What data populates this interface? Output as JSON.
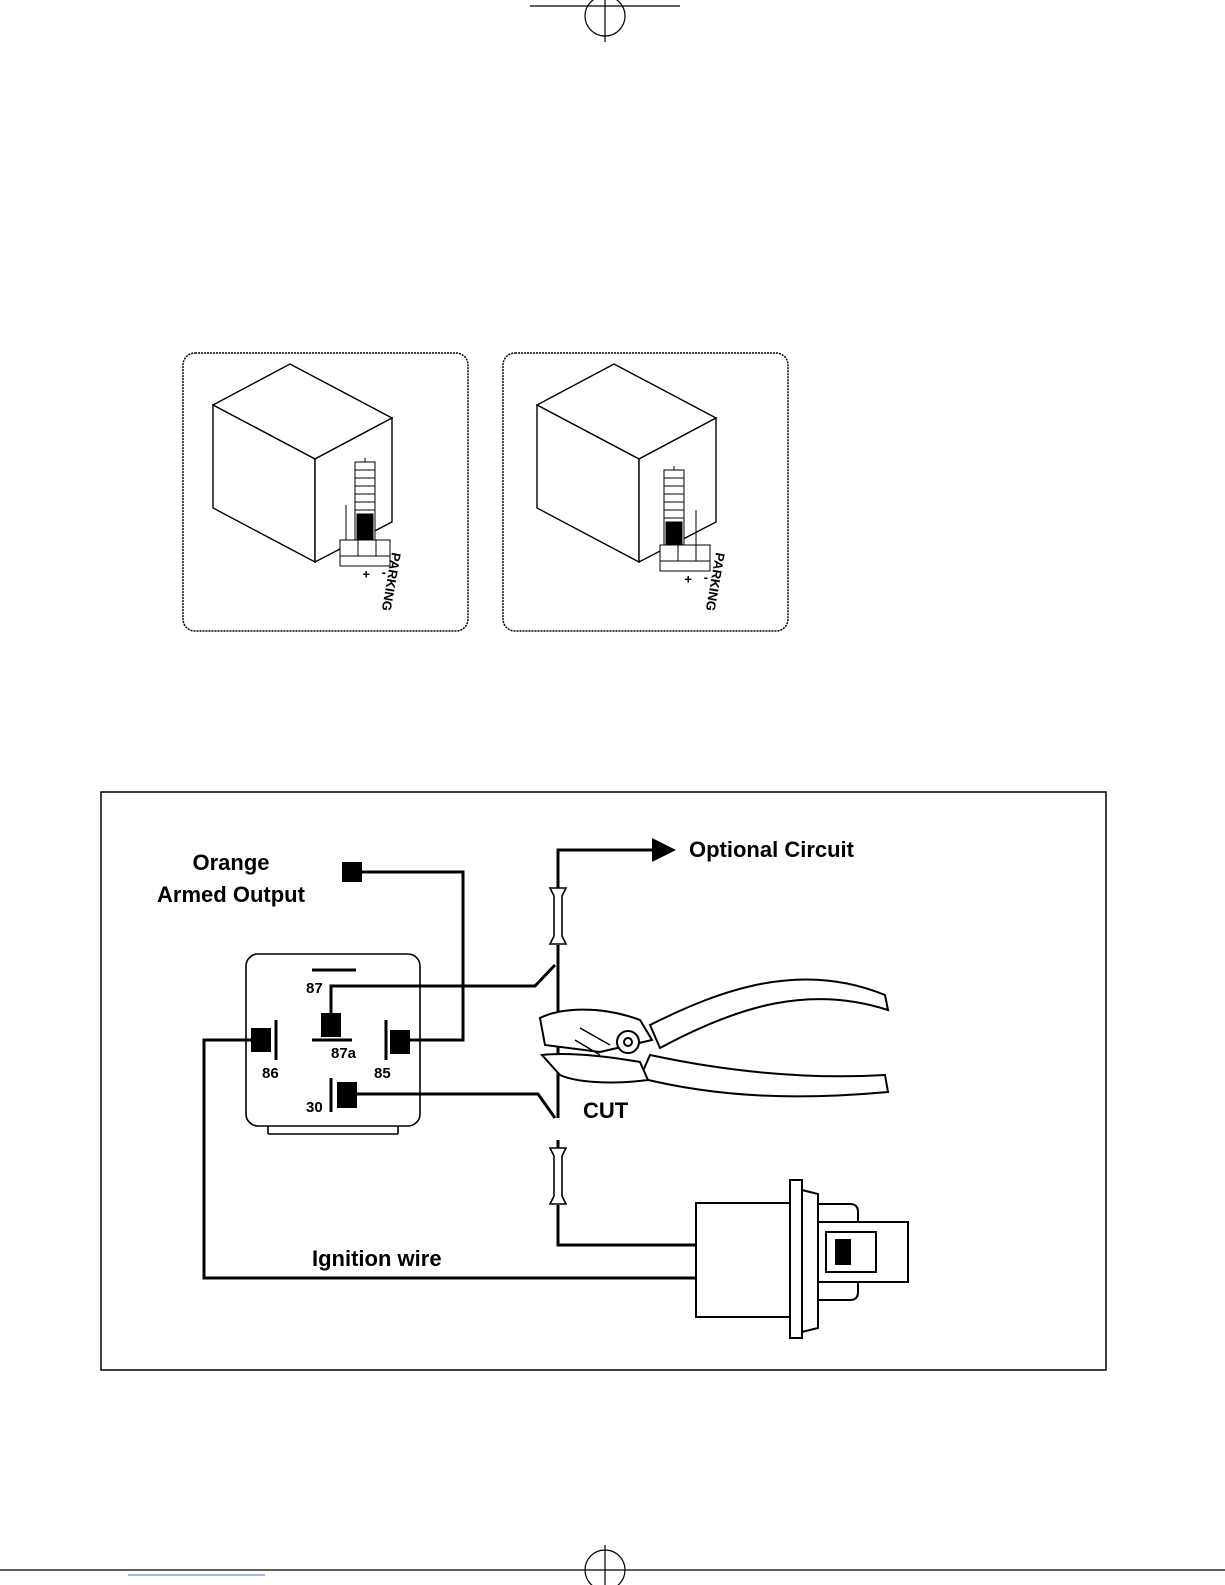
{
  "relay_panels": [
    {
      "jumper_label": "PARKING",
      "polarity_marks": [
        "+",
        "-"
      ]
    },
    {
      "jumper_label": "PARKING",
      "polarity_marks": [
        "+",
        "-"
      ]
    }
  ],
  "wiring_diagram": {
    "labels": {
      "orange_armed_output_line1": "Orange",
      "orange_armed_output_line2": "Armed Output",
      "optional_circuit": "Optional Circuit",
      "cut": "CUT",
      "ignition_wire": "Ignition wire"
    },
    "relay_pins": {
      "p87": "87",
      "p87a": "87a",
      "p86": "86",
      "p85": "85",
      "p30": "30"
    }
  }
}
